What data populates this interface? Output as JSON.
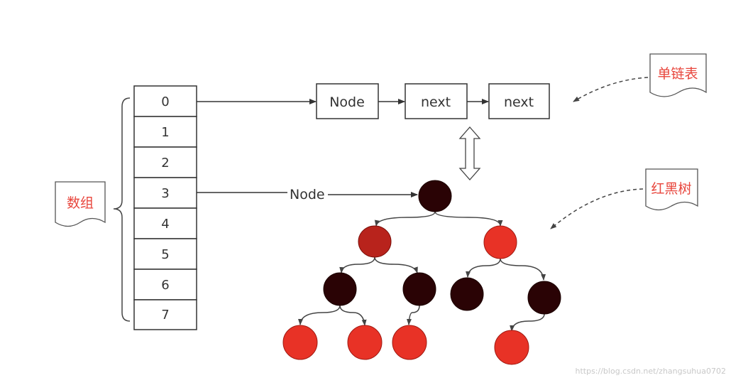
{
  "array": {
    "cells": [
      "0",
      "1",
      "2",
      "3",
      "4",
      "5",
      "6",
      "7"
    ]
  },
  "labels": {
    "array_doc": "数组",
    "linked_list_doc": "单链表",
    "rbtree_doc": "红黑树",
    "arrow_label_node": "Node"
  },
  "linked_list": {
    "nodes": [
      "Node",
      "next",
      "next"
    ]
  },
  "watermark": "https://blog.csdn.net/zhangsuhua0702",
  "colors": {
    "red_node": "#e83226",
    "dark_red_node": "#b8231c",
    "black_node": "#2a0305",
    "label_red": "#e8453c",
    "line": "#333333"
  }
}
